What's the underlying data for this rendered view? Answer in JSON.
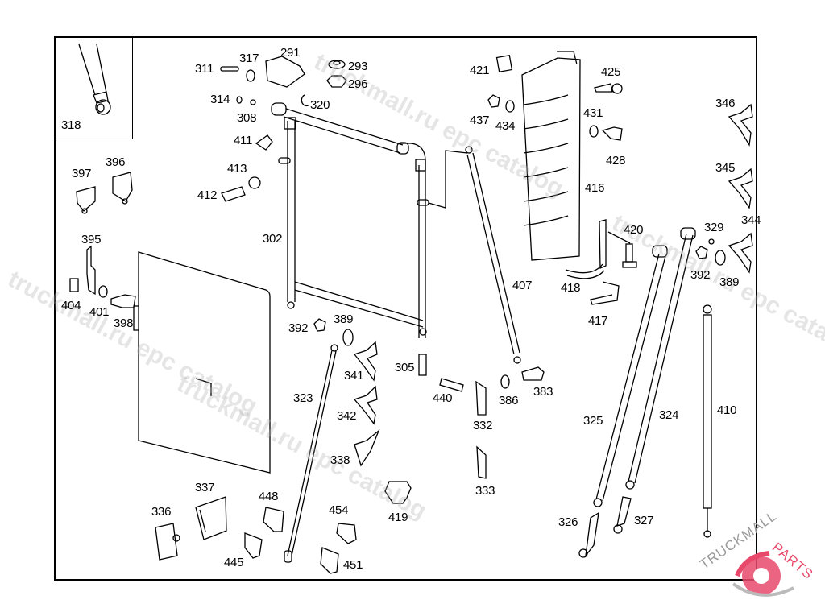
{
  "diagram": {
    "title": "Cab tilt / access step assembly parts diagram",
    "watermark_text": "truckmall.ru epc catalog",
    "logo": {
      "part1": "TRUCKMALL",
      "part2": "PARTS",
      "accent_color": "#e8496b",
      "text_color": "#9a9a9a"
    },
    "inset_label": "318",
    "callouts": [
      {
        "id": "311"
      },
      {
        "id": "317"
      },
      {
        "id": "291"
      },
      {
        "id": "293"
      },
      {
        "id": "296"
      },
      {
        "id": "314"
      },
      {
        "id": "308"
      },
      {
        "id": "320"
      },
      {
        "id": "411"
      },
      {
        "id": "413"
      },
      {
        "id": "412"
      },
      {
        "id": "302"
      },
      {
        "id": "397"
      },
      {
        "id": "396"
      },
      {
        "id": "395"
      },
      {
        "id": "404"
      },
      {
        "id": "401"
      },
      {
        "id": "398"
      },
      {
        "id": "421"
      },
      {
        "id": "425"
      },
      {
        "id": "437"
      },
      {
        "id": "434"
      },
      {
        "id": "431"
      },
      {
        "id": "428"
      },
      {
        "id": "416"
      },
      {
        "id": "346"
      },
      {
        "id": "345"
      },
      {
        "id": "344"
      },
      {
        "id": "329"
      },
      {
        "id": "392"
      },
      {
        "id": "389"
      },
      {
        "id": "420"
      },
      {
        "id": "418"
      },
      {
        "id": "417"
      },
      {
        "id": "407"
      },
      {
        "id": "392"
      },
      {
        "id": "389"
      },
      {
        "id": "341"
      },
      {
        "id": "305"
      },
      {
        "id": "440"
      },
      {
        "id": "386"
      },
      {
        "id": "383"
      },
      {
        "id": "332"
      },
      {
        "id": "323"
      },
      {
        "id": "342"
      },
      {
        "id": "338"
      },
      {
        "id": "333"
      },
      {
        "id": "419"
      },
      {
        "id": "325"
      },
      {
        "id": "324"
      },
      {
        "id": "410"
      },
      {
        "id": "326"
      },
      {
        "id": "327"
      },
      {
        "id": "336"
      },
      {
        "id": "337"
      },
      {
        "id": "448"
      },
      {
        "id": "454"
      },
      {
        "id": "445"
      },
      {
        "id": "451"
      }
    ]
  }
}
